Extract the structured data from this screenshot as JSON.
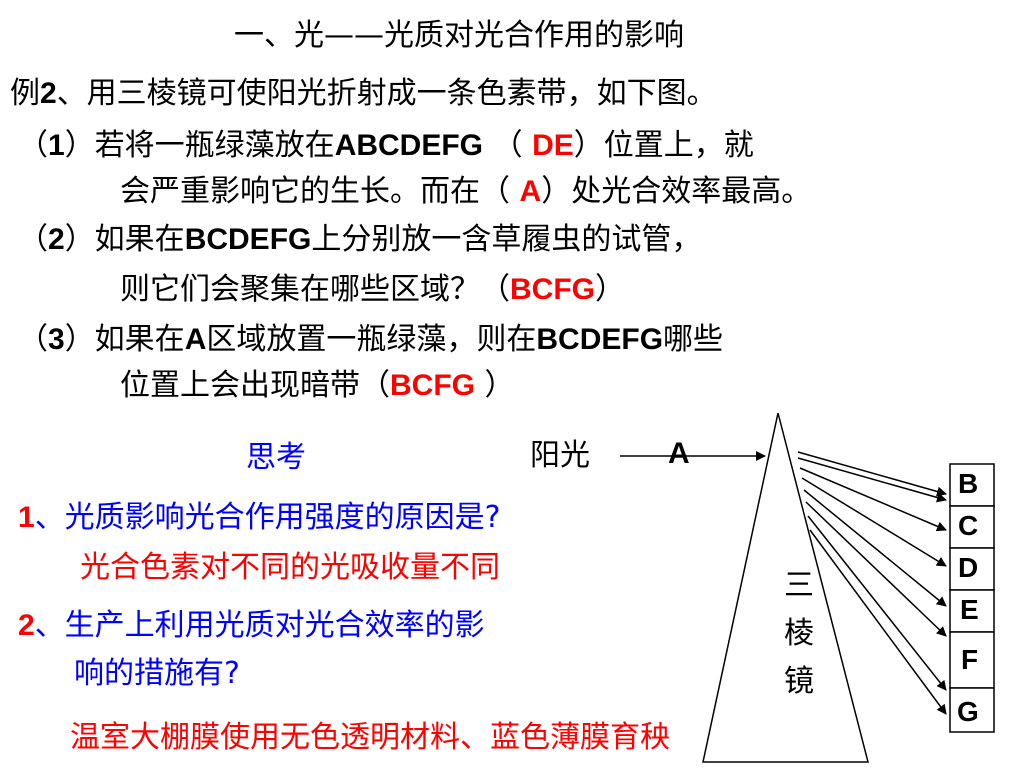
{
  "colors": {
    "answer": "#ff0000",
    "think": "#0000ff",
    "text": "#000000"
  },
  "title": "一、光——光质对光合作用的影响",
  "example": {
    "prefix": "例",
    "num": "2",
    "text": "、用三棱镜可使阳光折射成一条色素带，如下图。"
  },
  "q1": {
    "open": "（",
    "num": "1",
    "a": "）若将一瓶绿藻放在",
    "seg": "ABCDEFG",
    "b": " （ ",
    "ans1": "DE",
    "c": "）位置上，就",
    "line2a": "会严重影响它的生长。而在（ ",
    "ans2": "A",
    "line2b": "）处光合效率最高。"
  },
  "q2": {
    "open": "（",
    "num": "2",
    "a": "）如果在",
    "seg": "BCDEFG",
    "b": "上分别放一含草履虫的试管，",
    "line2a": "则它们会聚集在哪些区域？（",
    "ans": "BCFG",
    "line2b": "）"
  },
  "q3": {
    "open": "（",
    "num": "3",
    "a": "）如果在",
    "seg": "A",
    "b": "区域放置一瓶绿藻，则在",
    "seg2": "BCDEFG",
    "c": "哪些",
    "line2a": "位置上会出现暗带（",
    "ans": "BCFG",
    "line2b": " ）"
  },
  "think": {
    "label": "思考",
    "t1_num": "1",
    "t1": "、光质影响光合作用强度的原因是?",
    "a1": "光合色素对不同的光吸收量不同",
    "t2_num": "2",
    "t2a": "、生产上利用光质对光合效率的影",
    "t2b": "响的措施有?",
    "a2": "温室大棚膜使用无色透明材料、蓝色薄膜育秧"
  },
  "diagram": {
    "sunlight": "阳光",
    "a_label": "A",
    "prism": [
      "三",
      "棱",
      "镜"
    ],
    "bands": [
      "B",
      "C",
      "D",
      "E",
      "F",
      "G"
    ]
  }
}
